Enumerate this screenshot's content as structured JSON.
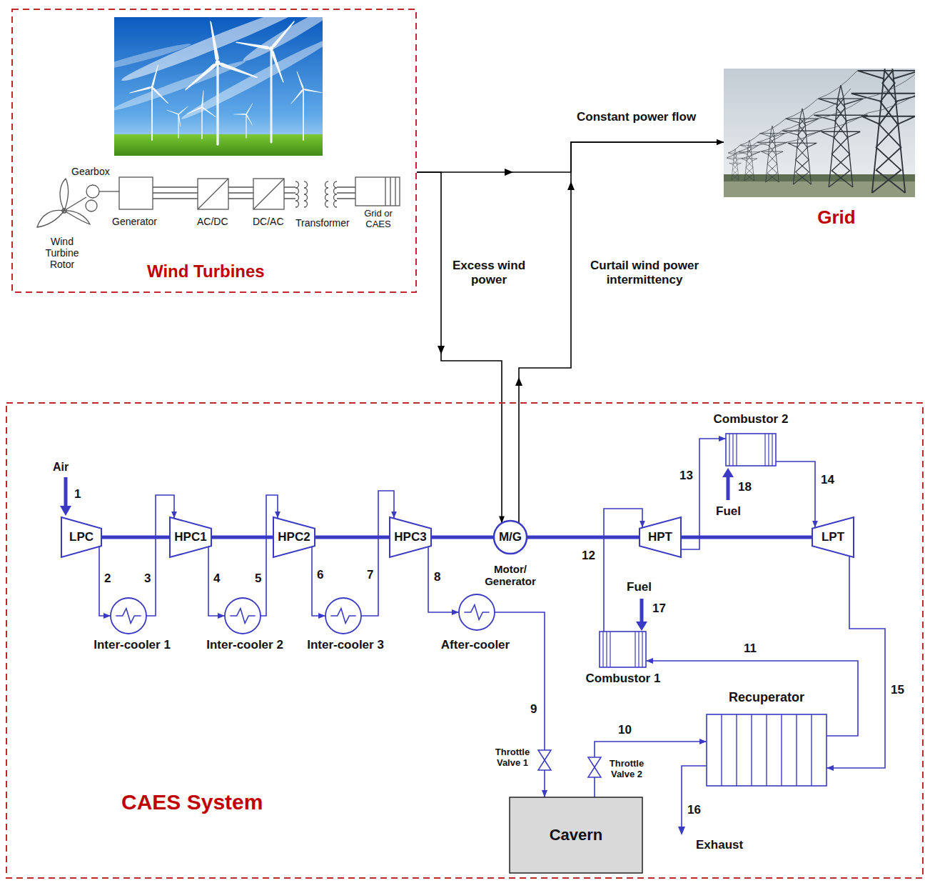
{
  "diagram": {
    "nodes": [
      {
        "text": [
          "Wind Turbines"
        ]
      },
      {
        "text": [
          "Grid"
        ]
      },
      {
        "text": [
          "CAES System"
        ]
      },
      {
        "text": [
          "LPC"
        ],
        "in": 2
      },
      {
        "text": [
          "HPC1"
        ],
        "in": 2
      },
      {
        "text": [
          "HPC2"
        ],
        "in": 2
      },
      {
        "text": [
          "HPC3"
        ],
        "in": 2
      },
      {
        "text": [
          "M/G",
          "Motor/ Generator"
        ],
        "in": 2
      },
      {
        "text": [
          "HPT"
        ],
        "in": 2
      },
      {
        "text": [
          "LPT"
        ],
        "in": 2
      },
      {
        "text": [
          "Combustor 2"
        ],
        "in": 2
      },
      {
        "text": [
          "Combustor 1"
        ],
        "in": 2
      },
      {
        "text": [
          "Inter-cooler 1"
        ],
        "in": 2
      },
      {
        "text": [
          "Inter-cooler 2"
        ],
        "in": 2
      },
      {
        "text": [
          "Inter-cooler 3"
        ],
        "in": 2
      },
      {
        "text": [
          "After-cooler"
        ],
        "in": 2
      },
      {
        "text": [
          "Recuperator"
        ],
        "in": 2
      },
      {
        "text": [
          "Throttle Valve 1"
        ],
        "in": 2
      },
      {
        "text": [
          "Throttle Valve 2"
        ],
        "in": 2
      },
      {
        "text": [
          "Cavern"
        ],
        "in": 2
      }
    ],
    "edges": [
      {
        "from": 0,
        "to": 1,
        "arrow": "to",
        "label": "Constant power flow"
      },
      {
        "from": 0,
        "to": 7,
        "arrow": "to",
        "label": "Excess wind power"
      },
      {
        "from": 7,
        "to": 1,
        "arrow": "to",
        "label": "Curtail wind power intermittency"
      },
      {
        "from": 3,
        "to": 4,
        "arrow": "none"
      },
      {
        "from": 4,
        "to": 5,
        "arrow": "none"
      },
      {
        "from": 5,
        "to": 6,
        "arrow": "none"
      },
      {
        "from": 6,
        "to": 7,
        "arrow": "none"
      },
      {
        "from": 7,
        "to": 8,
        "arrow": "none"
      },
      {
        "from": 8,
        "to": 9,
        "arrow": "none"
      },
      {
        "from": 3,
        "to": 12,
        "arrow": "to",
        "label": "2"
      },
      {
        "from": 12,
        "to": 4,
        "arrow": "to",
        "label": "3"
      },
      {
        "from": 4,
        "to": 13,
        "arrow": "to",
        "label": "4"
      },
      {
        "from": 13,
        "to": 5,
        "arrow": "to",
        "label": "5"
      },
      {
        "from": 5,
        "to": 14,
        "arrow": "to",
        "label": "6"
      },
      {
        "from": 14,
        "to": 6,
        "arrow": "to",
        "label": "7"
      },
      {
        "from": 6,
        "to": 15,
        "arrow": "to",
        "label": "8"
      },
      {
        "from": 15,
        "to": 17,
        "arrow": "none",
        "label": "9"
      },
      {
        "from": 17,
        "to": 19,
        "arrow": "to"
      },
      {
        "from": 19,
        "to": 18,
        "arrow": "none"
      },
      {
        "from": 18,
        "to": 16,
        "arrow": "to",
        "label": "10"
      },
      {
        "from": 16,
        "to": 11,
        "arrow": "to",
        "label": "11"
      },
      {
        "from": 11,
        "to": 8,
        "arrow": "to",
        "label": "12"
      },
      {
        "from": 8,
        "to": 10,
        "arrow": "to",
        "label": "13"
      },
      {
        "from": 10,
        "to": 9,
        "arrow": "to",
        "label": "14"
      },
      {
        "from": 9,
        "to": 16,
        "arrow": "to",
        "label": "15"
      }
    ],
    "labels": [
      "Gearbox",
      "Wind Turbine Rotor",
      "Generator",
      "AC/DC",
      "DC/AC",
      "Transformer",
      "Grid or CAES",
      "Air",
      "1",
      "Fuel",
      "17",
      "Fuel",
      "18",
      "16",
      "Exhaust"
    ]
  }
}
